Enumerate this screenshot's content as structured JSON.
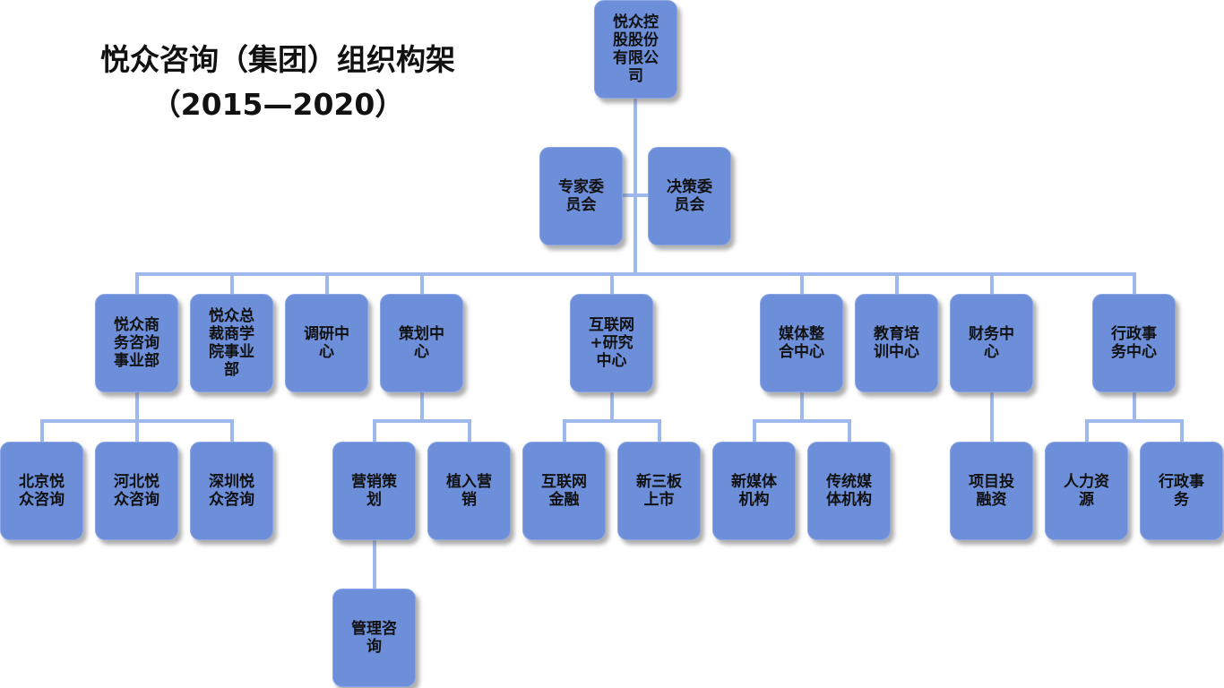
{
  "title": {
    "line1": "悦众咨询（集团）组织构架",
    "line2": "（2015—2020）"
  },
  "colors": {
    "node_fill": "#6d8fd9",
    "connector": "#9eb8ee",
    "text": "#111111"
  },
  "org": {
    "root": "悦众控股股份有限公司",
    "committees": [
      "专家委员会",
      "决策委员会"
    ],
    "departments": [
      "悦众商务咨询事业部",
      "悦众总裁商学院事业部",
      "调研中心",
      "策划中心",
      "互联网+研究中心",
      "媒体整合中心",
      "教育培训中心",
      "财务中心",
      "行政事务中心"
    ],
    "sub_units": {
      "business_consulting": [
        "北京悦众咨询",
        "河北悦众咨询",
        "深圳悦众咨询"
      ],
      "planning": [
        "营销策划",
        "植入营销"
      ],
      "internet_research": [
        "互联网金融",
        "新三板上市"
      ],
      "media": [
        "新媒体机构",
        "传统媒体机构"
      ],
      "finance": [
        "项目投融资"
      ],
      "admin": [
        "人力资源",
        "行政事务"
      ]
    },
    "third_level": {
      "marketing_planning": [
        "管理咨询"
      ]
    }
  }
}
